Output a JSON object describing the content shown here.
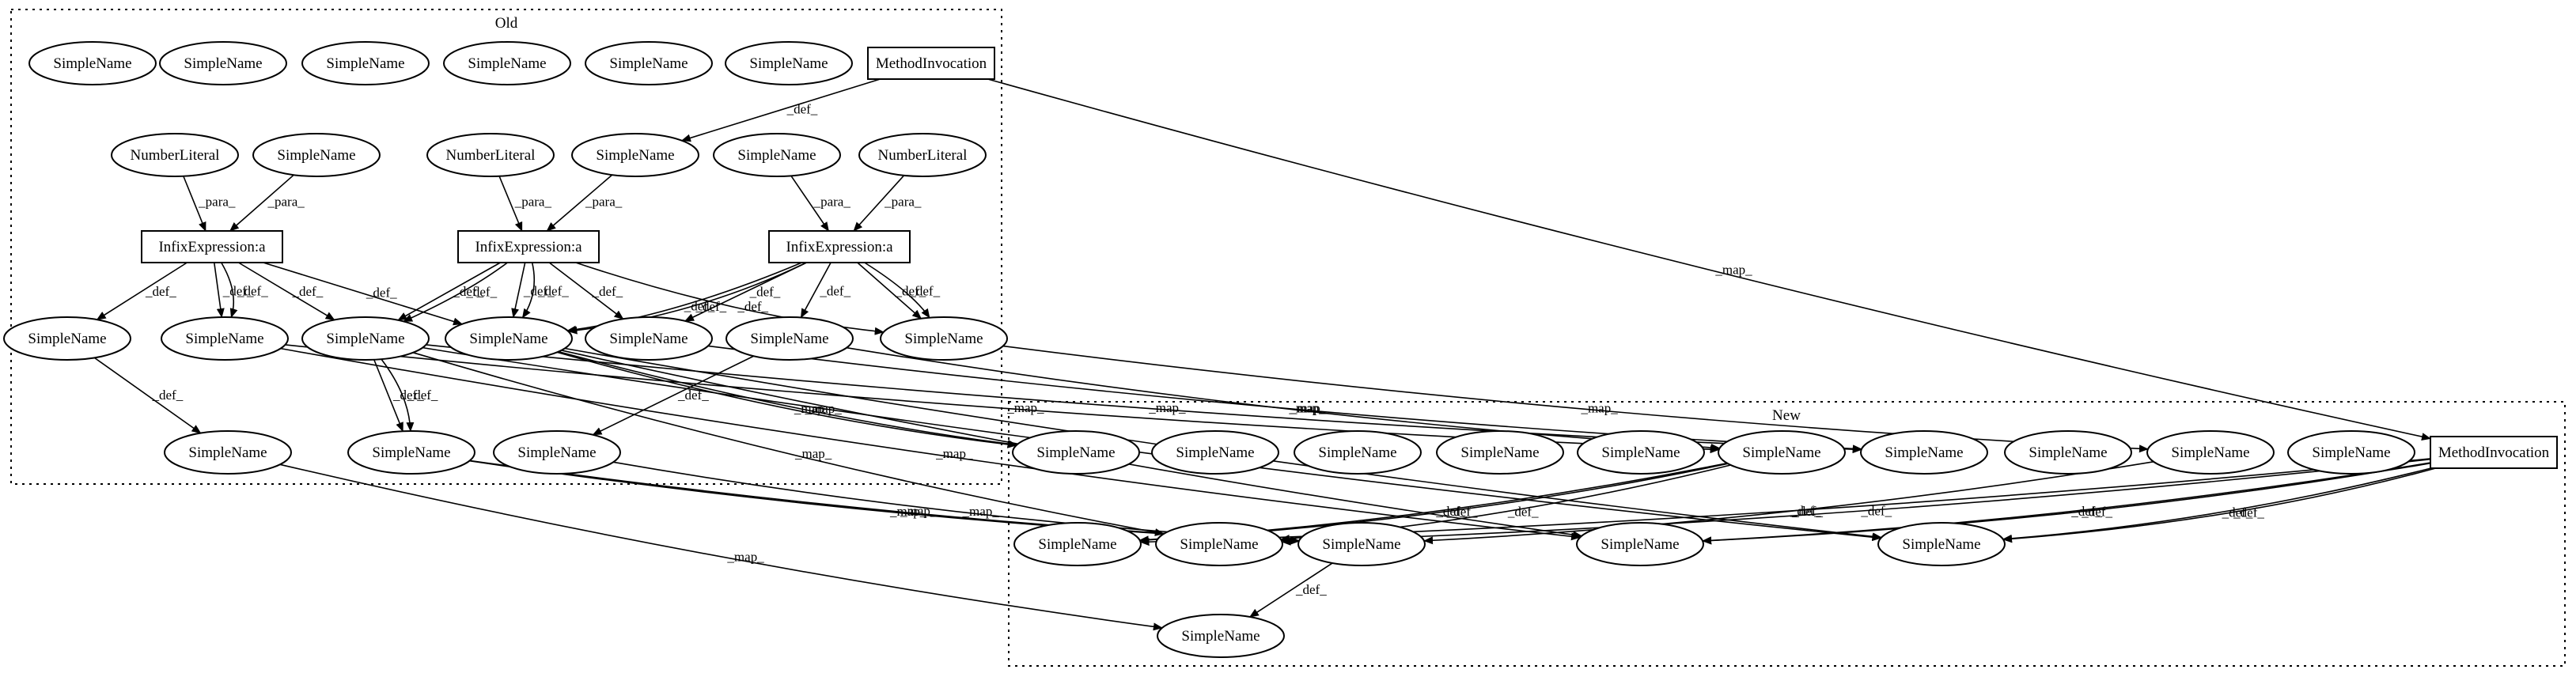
{
  "clusters": [
    {
      "id": "old",
      "label": "Old"
    },
    {
      "id": "new",
      "label": "New"
    }
  ],
  "nodes": [
    {
      "id": "o1",
      "label": "SimpleName",
      "shape": "ellipse"
    },
    {
      "id": "o2",
      "label": "SimpleName",
      "shape": "ellipse"
    },
    {
      "id": "o3",
      "label": "SimpleName",
      "shape": "ellipse"
    },
    {
      "id": "o4",
      "label": "SimpleName",
      "shape": "ellipse"
    },
    {
      "id": "o5",
      "label": "SimpleName",
      "shape": "ellipse"
    },
    {
      "id": "o6",
      "label": "SimpleName",
      "shape": "ellipse"
    },
    {
      "id": "oMI",
      "label": "MethodInvocation",
      "shape": "box"
    },
    {
      "id": "nl1",
      "label": "NumberLiteral",
      "shape": "ellipse"
    },
    {
      "id": "sn1",
      "label": "SimpleName",
      "shape": "ellipse"
    },
    {
      "id": "nl2",
      "label": "NumberLiteral",
      "shape": "ellipse"
    },
    {
      "id": "sn2",
      "label": "SimpleName",
      "shape": "ellipse"
    },
    {
      "id": "sn3",
      "label": "SimpleName",
      "shape": "ellipse"
    },
    {
      "id": "nl3",
      "label": "NumberLiteral",
      "shape": "ellipse"
    },
    {
      "id": "ie1",
      "label": "InfixExpression:a",
      "shape": "box"
    },
    {
      "id": "ie2",
      "label": "InfixExpression:a",
      "shape": "box"
    },
    {
      "id": "ie3",
      "label": "InfixExpression:a",
      "shape": "box"
    },
    {
      "id": "r1",
      "label": "SimpleName",
      "shape": "ellipse"
    },
    {
      "id": "r2",
      "label": "SimpleName",
      "shape": "ellipse"
    },
    {
      "id": "r3",
      "label": "SimpleName",
      "shape": "ellipse"
    },
    {
      "id": "r4",
      "label": "SimpleName",
      "shape": "ellipse"
    },
    {
      "id": "r5",
      "label": "SimpleName",
      "shape": "ellipse"
    },
    {
      "id": "r6",
      "label": "SimpleName",
      "shape": "ellipse"
    },
    {
      "id": "r7",
      "label": "SimpleName",
      "shape": "ellipse"
    },
    {
      "id": "b1",
      "label": "SimpleName",
      "shape": "ellipse"
    },
    {
      "id": "b2",
      "label": "SimpleName",
      "shape": "ellipse"
    },
    {
      "id": "b3",
      "label": "SimpleName",
      "shape": "ellipse"
    },
    {
      "id": "n1",
      "label": "SimpleName",
      "shape": "ellipse"
    },
    {
      "id": "n2",
      "label": "SimpleName",
      "shape": "ellipse"
    },
    {
      "id": "n3",
      "label": "SimpleName",
      "shape": "ellipse"
    },
    {
      "id": "n4",
      "label": "SimpleName",
      "shape": "ellipse"
    },
    {
      "id": "n5",
      "label": "SimpleName",
      "shape": "ellipse"
    },
    {
      "id": "n6",
      "label": "SimpleName",
      "shape": "ellipse"
    },
    {
      "id": "n7",
      "label": "SimpleName",
      "shape": "ellipse"
    },
    {
      "id": "n8",
      "label": "SimpleName",
      "shape": "ellipse"
    },
    {
      "id": "n9",
      "label": "SimpleName",
      "shape": "ellipse"
    },
    {
      "id": "n10",
      "label": "SimpleName",
      "shape": "ellipse"
    },
    {
      "id": "nMI",
      "label": "MethodInvocation",
      "shape": "box"
    },
    {
      "id": "m1",
      "label": "SimpleName",
      "shape": "ellipse"
    },
    {
      "id": "m2",
      "label": "SimpleName",
      "shape": "ellipse"
    },
    {
      "id": "m3",
      "label": "SimpleName",
      "shape": "ellipse"
    },
    {
      "id": "m4",
      "label": "SimpleName",
      "shape": "ellipse"
    },
    {
      "id": "m5",
      "label": "SimpleName",
      "shape": "ellipse"
    },
    {
      "id": "bot",
      "label": "SimpleName",
      "shape": "ellipse"
    }
  ],
  "edges": [
    {
      "from": "oMI",
      "to": "sn2",
      "label": "_def_"
    },
    {
      "from": "nl1",
      "to": "ie1",
      "label": "_para_"
    },
    {
      "from": "sn1",
      "to": "ie1",
      "label": "_para_"
    },
    {
      "from": "nl2",
      "to": "ie2",
      "label": "_para_"
    },
    {
      "from": "sn2",
      "to": "ie2",
      "label": "_para_"
    },
    {
      "from": "sn3",
      "to": "ie3",
      "label": "_para_"
    },
    {
      "from": "nl3",
      "to": "ie3",
      "label": "_para_"
    },
    {
      "from": "ie1",
      "to": "r1",
      "label": "_def_"
    },
    {
      "from": "ie1",
      "to": "r2",
      "label": "_def_"
    },
    {
      "from": "ie1",
      "to": "r2",
      "label": "_def_"
    },
    {
      "from": "ie1",
      "to": "r4",
      "label": "_def_"
    },
    {
      "from": "ie1",
      "to": "r3",
      "label": "_def_"
    },
    {
      "from": "ie2",
      "to": "r3",
      "label": "_def_"
    },
    {
      "from": "ie2",
      "to": "r3",
      "label": "_def_"
    },
    {
      "from": "ie2",
      "to": "r4",
      "label": "_def_"
    },
    {
      "from": "ie2",
      "to": "r4",
      "label": "_def_"
    },
    {
      "from": "ie2",
      "to": "r5",
      "label": "_def_"
    },
    {
      "from": "ie2",
      "to": "r7",
      "label": "_def_"
    },
    {
      "from": "ie3",
      "to": "r4",
      "label": "_def_"
    },
    {
      "from": "ie3",
      "to": "r4",
      "label": "_def_"
    },
    {
      "from": "ie3",
      "to": "r5",
      "label": "_def_"
    },
    {
      "from": "ie3",
      "to": "r6",
      "label": "_def_"
    },
    {
      "from": "ie3",
      "to": "r7",
      "label": "_def_"
    },
    {
      "from": "ie3",
      "to": "r7",
      "label": "_def_"
    },
    {
      "from": "r1",
      "to": "b1",
      "label": "_def_"
    },
    {
      "from": "r3",
      "to": "b2",
      "label": "_def_"
    },
    {
      "from": "r3",
      "to": "b2",
      "label": "_def_"
    },
    {
      "from": "r6",
      "to": "b3",
      "label": "_def_"
    },
    {
      "from": "r2",
      "to": "n6",
      "label": "_map_"
    },
    {
      "from": "r3",
      "to": "n7",
      "label": "_map_"
    },
    {
      "from": "r4",
      "to": "n1",
      "label": "_map_"
    },
    {
      "from": "r4",
      "to": "n1",
      "label": "_map_"
    },
    {
      "from": "r5",
      "to": "n7",
      "label": "_map_"
    },
    {
      "from": "r6",
      "to": "n6",
      "label": "_map_"
    },
    {
      "from": "r7",
      "to": "n9",
      "label": "_map_"
    },
    {
      "from": "r3",
      "to": "m2",
      "label": "_map_"
    },
    {
      "from": "r2",
      "to": "m4",
      "label": "_map_"
    },
    {
      "from": "r3",
      "to": "m5",
      "label": "_map_"
    },
    {
      "from": "r4",
      "to": "m4",
      "label": "_map_"
    },
    {
      "from": "r4",
      "to": "m5",
      "label": "_map_"
    },
    {
      "from": "b1",
      "to": "bot",
      "label": "_map_"
    },
    {
      "from": "b2",
      "to": "m3",
      "label": "_map_"
    },
    {
      "from": "b2",
      "to": "m3",
      "label": "_map_"
    },
    {
      "from": "b3",
      "to": "m3",
      "label": "_map_"
    },
    {
      "from": "oMI",
      "to": "nMI",
      "label": "_map_"
    },
    {
      "from": "n6",
      "to": "m1",
      "label": "_def_"
    },
    {
      "from": "n6",
      "to": "m2",
      "label": "_def_"
    },
    {
      "from": "n6",
      "to": "m1",
      "label": "_def_"
    },
    {
      "from": "n9",
      "to": "m3",
      "label": "_def_"
    },
    {
      "from": "nMI",
      "to": "m1",
      "label": "_def_"
    },
    {
      "from": "nMI",
      "to": "m2",
      "label": "_def_"
    },
    {
      "from": "nMI",
      "to": "m4",
      "label": "_def_"
    },
    {
      "from": "nMI",
      "to": "m4",
      "label": "_def_"
    },
    {
      "from": "nMI",
      "to": "m5",
      "label": "_def_"
    },
    {
      "from": "nMI",
      "to": "m5",
      "label": "_def_"
    },
    {
      "from": "m3",
      "to": "bot",
      "label": "_def_"
    }
  ]
}
